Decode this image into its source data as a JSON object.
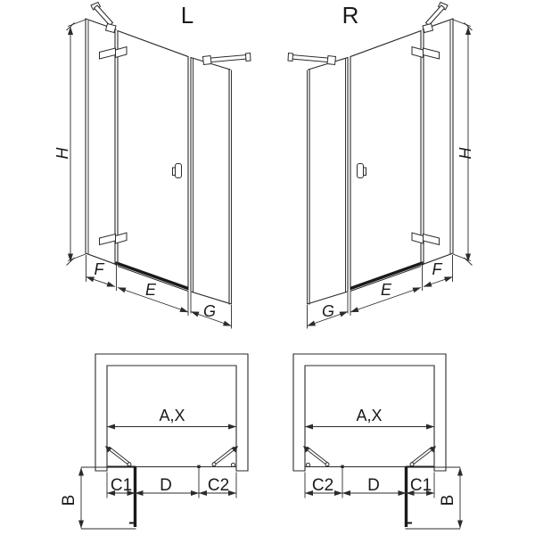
{
  "drawing": {
    "type": "shower-door-technical-diagram",
    "variant_left": {
      "title": "L",
      "height_label": "H",
      "side_panel_label": "F",
      "door_label": "E",
      "fixed_panel_label": "G"
    },
    "variant_right": {
      "title": "R",
      "height_label": "H",
      "side_panel_label": "F",
      "door_label": "E",
      "fixed_panel_label": "G"
    },
    "plan_left": {
      "opening_label": "A,X",
      "depth_label": "B",
      "segment_labels": [
        "C1",
        "D",
        "C2"
      ]
    },
    "plan_right": {
      "opening_label": "A,X",
      "depth_label": "B",
      "segment_labels": [
        "C2",
        "D",
        "C1"
      ]
    }
  },
  "colors": {
    "line": "#2b2b2b",
    "ink": "#1a1a1a",
    "hatch": "#8a8a8a",
    "background": "#ffffff"
  }
}
